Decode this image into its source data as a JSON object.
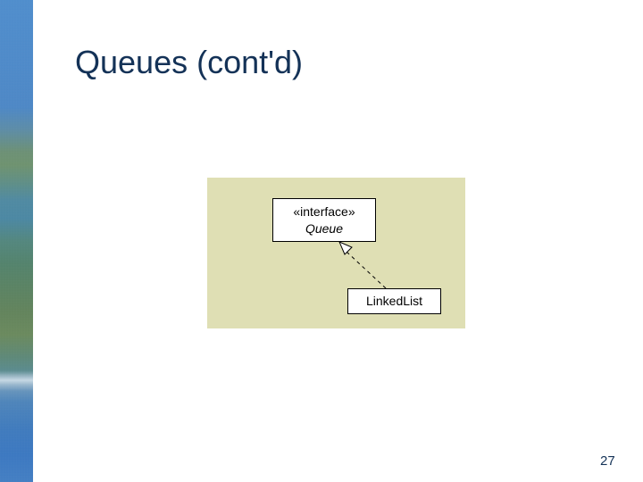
{
  "slide": {
    "title": "Queues (cont'd)",
    "page_number": "27",
    "title_color": "#143257",
    "background_color": "#ffffff"
  },
  "sidebar": {
    "name": "decorative-gradient-bar",
    "top_color": "#4f8fd0",
    "mid_color": "#63855c",
    "bottom_color": "#3b79c4"
  },
  "diagram": {
    "type": "uml-class-diagram",
    "background_color": "#dfdfb4",
    "border_color": "#000000",
    "box_fill": "#ffffff",
    "nodes": [
      {
        "id": "queue",
        "stereotype": "«interface»",
        "label": "Queue",
        "italic": true
      },
      {
        "id": "linkedlist",
        "label": "LinkedList",
        "italic": false
      }
    ],
    "relationships": [
      {
        "id": "realization",
        "kind": "realization",
        "from": "linkedlist",
        "to": "queue",
        "line_style": "dashed",
        "arrowhead": "hollow-triangle"
      }
    ]
  }
}
